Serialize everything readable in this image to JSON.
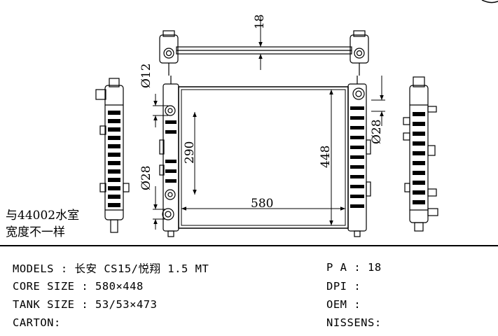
{
  "drawing": {
    "dimensions": {
      "top_bracket": "18",
      "upper_pipe": "Ø12",
      "core_height_inner": "290",
      "core_height": "448",
      "lower_pipe": "Ø28",
      "side_pipe": "Ø28",
      "core_width": "580"
    },
    "note_line1": "与44002水室",
    "note_line2": "宽度不一样"
  },
  "specs": {
    "models": "MODELS : 长安 CS15/悦翔 1.5 MT",
    "core_size": "CORE SIZE : 580×448",
    "tank_size": "TANK SIZE : 53/53×473",
    "carton": "CARTON:",
    "pa": "P A : 18",
    "dpi": "DPI :",
    "oem": "OEM :",
    "nissens": "NISSENS:"
  }
}
